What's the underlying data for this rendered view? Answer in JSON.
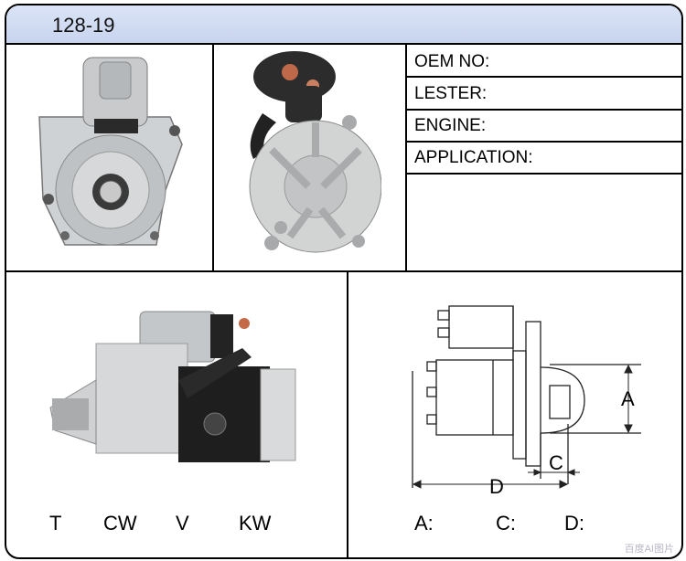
{
  "header": {
    "part_number": "128-19"
  },
  "specs": [
    {
      "label": "OEM NO:"
    },
    {
      "label": "LESTER:"
    },
    {
      "label": "ENGINE:"
    },
    {
      "label": "APPLICATION:"
    }
  ],
  "ratings": {
    "t": "T",
    "cw": "CW",
    "v": "V",
    "kw": "KW"
  },
  "dimensions": {
    "diagram_labels": {
      "a": "A",
      "c": "C",
      "d": "D"
    },
    "values": {
      "a": "A:",
      "c": "C:",
      "d": "D:"
    }
  },
  "watermark": "百度AI图片"
}
